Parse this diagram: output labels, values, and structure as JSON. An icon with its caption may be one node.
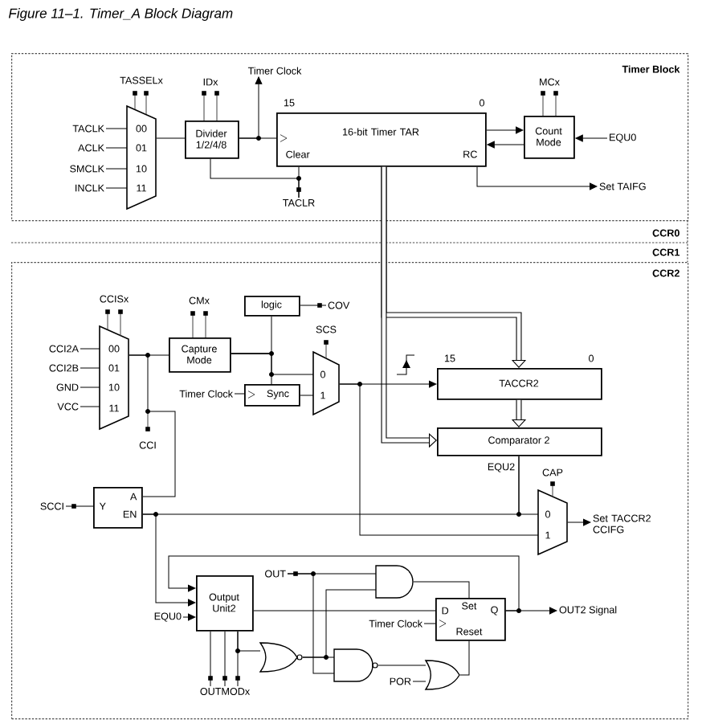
{
  "diagram": {
    "title": "Figure 11–1. Timer_A Block Diagram",
    "nodes": [
      {
        "text": [
          "Timer Block"
        ]
      },
      {
        "text": [
          "00",
          "01",
          "10",
          "11"
        ],
        "beside": [
          "TASSELx"
        ],
        "in": 0
      },
      {
        "text": [
          "Divider 1/2/4/8"
        ],
        "in": 0
      },
      {
        "text": [
          "16-bit Timer TAR",
          "Clear",
          "RC"
        ],
        "beside": [
          "15",
          "0"
        ],
        "in": 0
      },
      {
        "text": [
          "Count Mode"
        ],
        "beside": [
          "MCx"
        ],
        "in": 0
      },
      {
        "text": [
          "TACLK"
        ],
        "in": 0
      },
      {
        "text": [
          "ACLK"
        ],
        "in": 0
      },
      {
        "text": [
          "SMCLK"
        ],
        "in": 0
      },
      {
        "text": [
          "INCLK"
        ],
        "in": 0
      },
      {
        "text": [
          "Timer Clock"
        ],
        "in": 0
      },
      {
        "text": [
          "EQU0"
        ],
        "in": 0
      },
      {
        "text": [
          "Set TAIFG"
        ],
        "in": 0
      },
      {
        "text": [
          "TACLR"
        ],
        "in": 0
      },
      {
        "text": [
          "CCR2"
        ]
      },
      {
        "text": [
          "00",
          "01",
          "10",
          "11"
        ],
        "beside": [
          "CCISx"
        ],
        "in": 13
      },
      {
        "text": [
          "CCI2A"
        ],
        "in": 13
      },
      {
        "text": [
          "CCI2B"
        ],
        "in": 13
      },
      {
        "text": [
          "GND"
        ],
        "in": 13
      },
      {
        "text": [
          "VCC"
        ],
        "in": 13
      },
      {
        "text": [
          "Capture Mode"
        ],
        "beside": [
          "CMx"
        ],
        "in": 13
      },
      {
        "text": [
          "logic"
        ],
        "in": 13
      },
      {
        "text": [
          "COV"
        ],
        "in": 13
      },
      {
        "text": [
          "Sync"
        ],
        "in": 13
      },
      {
        "text": [
          "Timer Clock"
        ],
        "in": 13
      },
      {
        "text": [
          "0",
          "1"
        ],
        "beside": [
          "SCS"
        ],
        "in": 13
      },
      {
        "text": [
          "TACCR2"
        ],
        "beside": [
          "15",
          "0"
        ],
        "in": 13
      },
      {
        "text": [
          "Comparator 2"
        ],
        "in": 13
      },
      {
        "text": [
          "0",
          "1"
        ],
        "beside": [
          "CAP"
        ],
        "in": 13
      },
      {
        "text": [
          "Set TACCR2 CCIFG"
        ],
        "in": 13
      },
      {
        "text": [
          "Y",
          "A",
          "EN"
        ],
        "in": 13
      },
      {
        "text": [
          "SCCI"
        ],
        "in": 13
      },
      {
        "text": [
          "Output Unit2"
        ],
        "in": 13
      },
      {
        "text": [
          "EQU0"
        ],
        "in": 13
      },
      {
        "text": [
          "OUT"
        ],
        "in": 13
      },
      {
        "text": [],
        "shape": "gate",
        "in": 13
      },
      {
        "text": [],
        "shape": "gate",
        "in": 13
      },
      {
        "text": [],
        "shape": "gate",
        "in": 13
      },
      {
        "text": [],
        "shape": "gate",
        "in": 13
      },
      {
        "text": [
          "D",
          "Set",
          "Q",
          "Reset"
        ],
        "in": 13
      },
      {
        "text": [
          "Timer Clock"
        ],
        "in": 13
      },
      {
        "text": [
          "POR"
        ],
        "in": 13
      },
      {
        "text": [
          "OUT2 Signal"
        ],
        "in": 13
      },
      {
        "text": [
          "OUTMODx"
        ],
        "in": 13
      }
    ],
    "edges": [
      {
        "from": 5,
        "to": 1,
        "arrow": "none"
      },
      {
        "from": 6,
        "to": 1,
        "arrow": "none"
      },
      {
        "from": 7,
        "to": 1,
        "arrow": "none"
      },
      {
        "from": 8,
        "to": 1,
        "arrow": "none"
      },
      {
        "from": 1,
        "to": 2,
        "arrow": "none"
      },
      {
        "from": 2,
        "to": 3,
        "arrow": "none"
      },
      {
        "from": 2,
        "to": 9,
        "arrow": "to"
      },
      {
        "from": 3,
        "to": 4,
        "arrow": "to"
      },
      {
        "from": 4,
        "to": 3,
        "arrow": "to"
      },
      {
        "from": 10,
        "to": 4,
        "arrow": "to"
      },
      {
        "from": 3,
        "to": 11,
        "arrow": "to"
      },
      {
        "from": 12,
        "to": 3,
        "arrow": "none"
      },
      {
        "from": 12,
        "to": 2,
        "arrow": "none"
      },
      {
        "from": 3,
        "to": 25,
        "arrow": "to",
        "style": "thick"
      },
      {
        "from": 3,
        "to": 26,
        "arrow": "to",
        "style": "thick"
      },
      {
        "from": 15,
        "to": 14,
        "arrow": "none"
      },
      {
        "from": 16,
        "to": 14,
        "arrow": "none"
      },
      {
        "from": 17,
        "to": 14,
        "arrow": "none"
      },
      {
        "from": 18,
        "to": 14,
        "arrow": "none"
      },
      {
        "from": 14,
        "to": 19,
        "arrow": "none"
      },
      {
        "from": 14,
        "to": 29,
        "arrow": "none"
      },
      {
        "from": 19,
        "to": 20,
        "arrow": "none"
      },
      {
        "from": 19,
        "to": 24,
        "arrow": "none"
      },
      {
        "from": 19,
        "to": 22,
        "arrow": "none"
      },
      {
        "from": 23,
        "to": 22,
        "arrow": "none"
      },
      {
        "from": 22,
        "to": 24,
        "arrow": "none"
      },
      {
        "from": 20,
        "to": 21,
        "arrow": "none"
      },
      {
        "from": 24,
        "to": 25,
        "arrow": "to"
      },
      {
        "from": 24,
        "to": 27,
        "arrow": "none"
      },
      {
        "from": 25,
        "to": 26,
        "arrow": "to",
        "style": "thick"
      },
      {
        "from": 26,
        "to": 27,
        "arrow": "none"
      },
      {
        "from": 26,
        "to": 29,
        "arrow": "none"
      },
      {
        "from": 27,
        "to": 28,
        "arrow": "to"
      },
      {
        "from": 29,
        "to": 30,
        "arrow": "none"
      },
      {
        "from": 29,
        "to": 31,
        "arrow": "to"
      },
      {
        "from": 32,
        "to": 31,
        "arrow": "to"
      },
      {
        "from": 38,
        "to": 31,
        "arrow": "to"
      },
      {
        "from": 31,
        "to": 38,
        "arrow": "none"
      },
      {
        "from": 33,
        "to": 34,
        "arrow": "none"
      },
      {
        "from": 33,
        "to": 36,
        "arrow": "none"
      },
      {
        "from": 35,
        "to": 34,
        "arrow": "none"
      },
      {
        "from": 35,
        "to": 36,
        "arrow": "none"
      },
      {
        "from": 31,
        "to": 35,
        "arrow": "none"
      },
      {
        "from": 34,
        "to": 38,
        "arrow": "none"
      },
      {
        "from": 36,
        "to": 37,
        "arrow": "none"
      },
      {
        "from": 40,
        "to": 37,
        "arrow": "none"
      },
      {
        "from": 37,
        "to": 38,
        "arrow": "none"
      },
      {
        "from": 39,
        "to": 38,
        "arrow": "none"
      },
      {
        "from": 38,
        "to": 41,
        "arrow": "to"
      },
      {
        "from": 31,
        "to": 42,
        "arrow": "none"
      },
      {
        "from": 31,
        "to": 42,
        "arrow": "none"
      },
      {
        "from": 31,
        "to": 42,
        "arrow": "none"
      }
    ],
    "labels": [
      "IDx",
      "CCR0",
      "CCR1",
      "CCI",
      "EQU2"
    ]
  }
}
